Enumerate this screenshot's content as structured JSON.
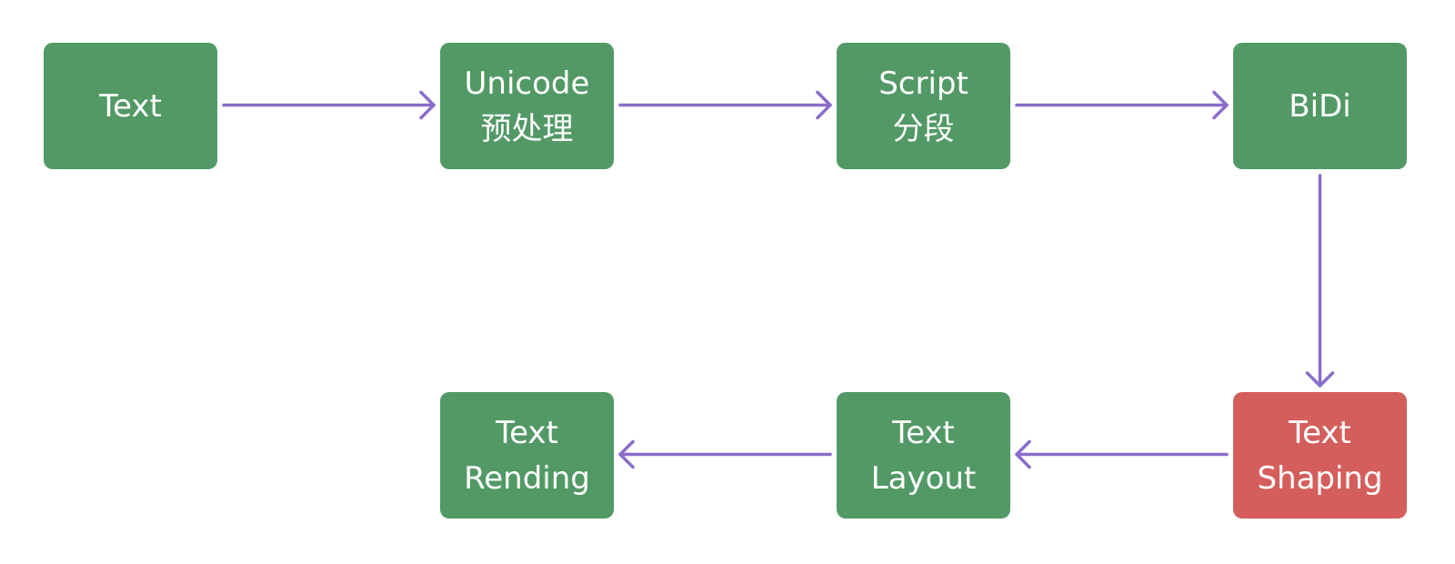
{
  "colors": {
    "node_default": "#529966",
    "node_highlight": "#d45e5c",
    "arrow": "#8a6cc9",
    "text": "#ffffff"
  },
  "nodes": [
    {
      "id": "text",
      "lines": [
        "Text"
      ],
      "highlight": false
    },
    {
      "id": "unicode",
      "lines": [
        "Unicode",
        "预处理"
      ],
      "highlight": false
    },
    {
      "id": "script",
      "lines": [
        "Script",
        "分段"
      ],
      "highlight": false
    },
    {
      "id": "bidi",
      "lines": [
        "BiDi"
      ],
      "highlight": false
    },
    {
      "id": "shaping",
      "lines": [
        "Text",
        "Shaping"
      ],
      "highlight": true
    },
    {
      "id": "layout",
      "lines": [
        "Text",
        "Layout"
      ],
      "highlight": false
    },
    {
      "id": "rending",
      "lines": [
        "Text",
        "Rending"
      ],
      "highlight": false
    }
  ],
  "edges": [
    {
      "from": "text",
      "to": "unicode"
    },
    {
      "from": "unicode",
      "to": "script"
    },
    {
      "from": "script",
      "to": "bidi"
    },
    {
      "from": "bidi",
      "to": "shaping"
    },
    {
      "from": "shaping",
      "to": "layout"
    },
    {
      "from": "layout",
      "to": "rending"
    }
  ]
}
